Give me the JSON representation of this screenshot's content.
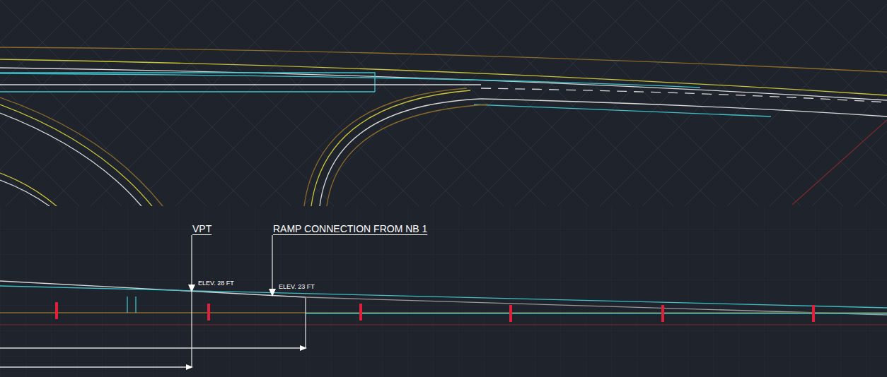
{
  "diagram": {
    "labels": [
      "VPT",
      "RAMP CONNECTION FROM NB 1",
      "ELEV. 28 FT",
      "ELEV. 23 FT"
    ]
  }
}
